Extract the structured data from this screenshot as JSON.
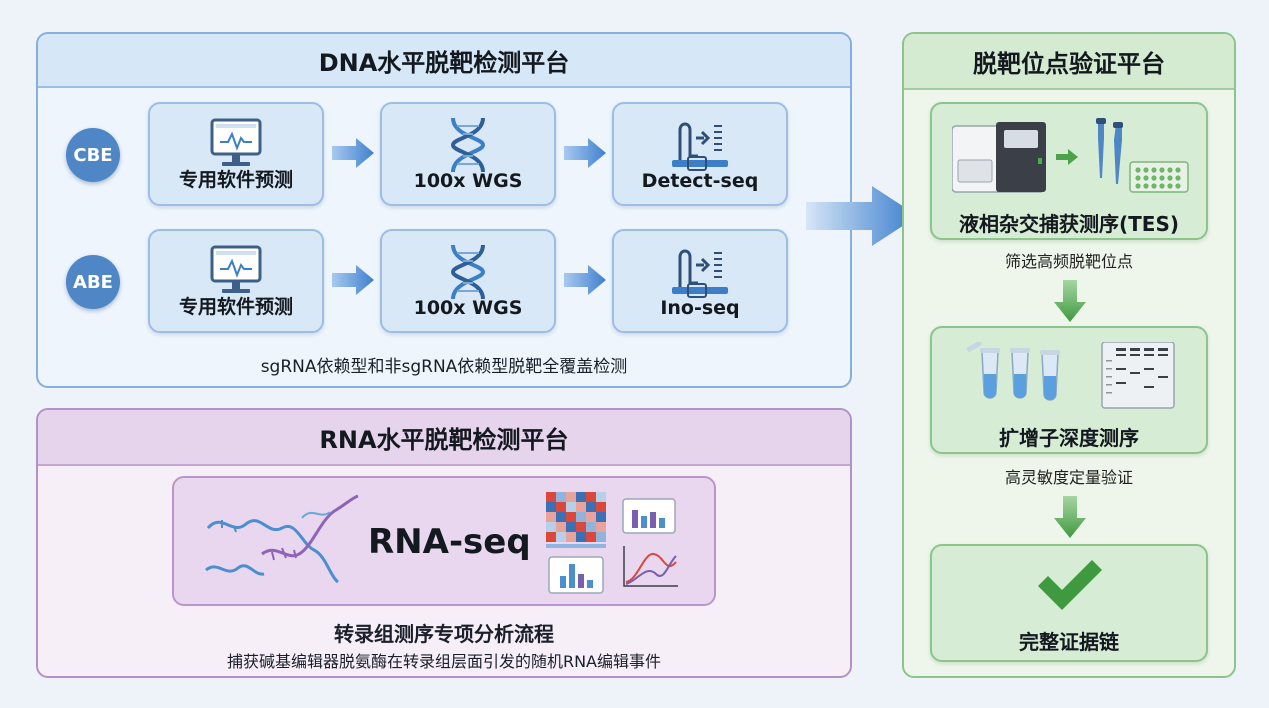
{
  "dna_panel": {
    "title": "DNA水平脱靶检测平台",
    "rows": [
      {
        "badge": "CBE",
        "steps": [
          {
            "label": "专用软件预测",
            "icon": "monitor-icon"
          },
          {
            "label": "100x WGS",
            "icon": "dna-helix-icon"
          },
          {
            "label": "Detect-seq",
            "icon": "sequencing-signal-icon"
          }
        ]
      },
      {
        "badge": "ABE",
        "steps": [
          {
            "label": "专用软件预测",
            "icon": "monitor-icon"
          },
          {
            "label": "100x WGS",
            "icon": "dna-helix-icon"
          },
          {
            "label": "Ino-seq",
            "icon": "sequencing-signal-icon"
          }
        ]
      }
    ],
    "caption": "sgRNA依赖型和非sgRNA依赖型脱靶全覆盖检测"
  },
  "rna_panel": {
    "title": "RNA水平脱靶检测平台",
    "label": "RNA-seq",
    "subtitle": "转录组测序专项分析流程",
    "caption": "捕获碱基编辑器脱氨酶在转录组层面引发的随机RNA编辑事件"
  },
  "validation_panel": {
    "title": "脱靶位点验证平台",
    "steps": [
      {
        "label": "液相杂交捕获测序(TES)",
        "caption": "筛选高频脱靶位点",
        "icon": "sequencer-pipette-plate-icon"
      },
      {
        "label": "扩增子深度测序",
        "caption": "高灵敏度定量验证",
        "icon": "tubes-gel-icon"
      },
      {
        "label": "完整证据链",
        "icon": "checkmark-icon"
      }
    ]
  },
  "colors": {
    "dna_border": "#86aede",
    "dna_header": "#d6e7f8",
    "badge": "#4f86c6",
    "arrow_blue": "#4a8bd4",
    "rna_border": "#b390c6",
    "rna_header": "#e5d4ec",
    "val_border": "#8cc48c",
    "val_header": "#d4ebd1",
    "arrow_green": "#4ca34c",
    "check_green": "#3f9a3f"
  }
}
